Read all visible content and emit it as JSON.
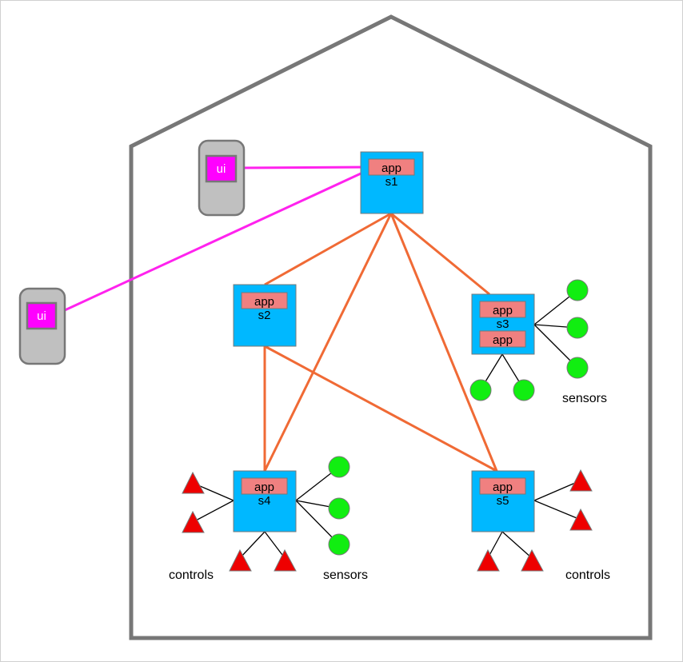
{
  "colors": {
    "house_outline": "#777777",
    "server_fill": "#00b8ff",
    "app_fill": "#f08080",
    "ui_device_fill": "#c0c0c0",
    "ui_screen_fill": "#ff00ff",
    "ui_link": "#ff22ee",
    "server_link": "#f06a35",
    "sensor_fill": "#11ee11",
    "control_fill": "#ee0000",
    "wire": "#000000"
  },
  "shapes": {
    "sensor": "circle",
    "control": "triangle"
  },
  "devices": [
    {
      "id": "ui1",
      "label": "ui"
    },
    {
      "id": "ui2",
      "label": "ui"
    }
  ],
  "servers": [
    {
      "id": "s1",
      "label": "s1",
      "apps": [
        "app"
      ]
    },
    {
      "id": "s2",
      "label": "s2",
      "apps": [
        "app"
      ]
    },
    {
      "id": "s3",
      "label": "s3",
      "apps": [
        "app",
        "app"
      ]
    },
    {
      "id": "s4",
      "label": "s4",
      "apps": [
        "app"
      ]
    },
    {
      "id": "s5",
      "label": "s5",
      "apps": [
        "app"
      ]
    }
  ],
  "ui_links": [
    {
      "from": "ui1",
      "to": "s1"
    },
    {
      "from": "ui2",
      "to": "s1"
    }
  ],
  "server_links": [
    {
      "from": "s1",
      "to": "s2"
    },
    {
      "from": "s1",
      "to": "s3"
    },
    {
      "from": "s1",
      "to": "s4"
    },
    {
      "from": "s1",
      "to": "s5"
    },
    {
      "from": "s2",
      "to": "s4"
    },
    {
      "from": "s2",
      "to": "s5"
    }
  ],
  "attachments": {
    "s3": {
      "sensors": 5,
      "controls": 0
    },
    "s4": {
      "sensors": 3,
      "controls": 4
    },
    "s5": {
      "sensors": 0,
      "controls": 4
    }
  },
  "labels": {
    "s3_sensors": "sensors",
    "s4_controls": "controls",
    "s4_sensors": "sensors",
    "s5_controls": "controls"
  }
}
